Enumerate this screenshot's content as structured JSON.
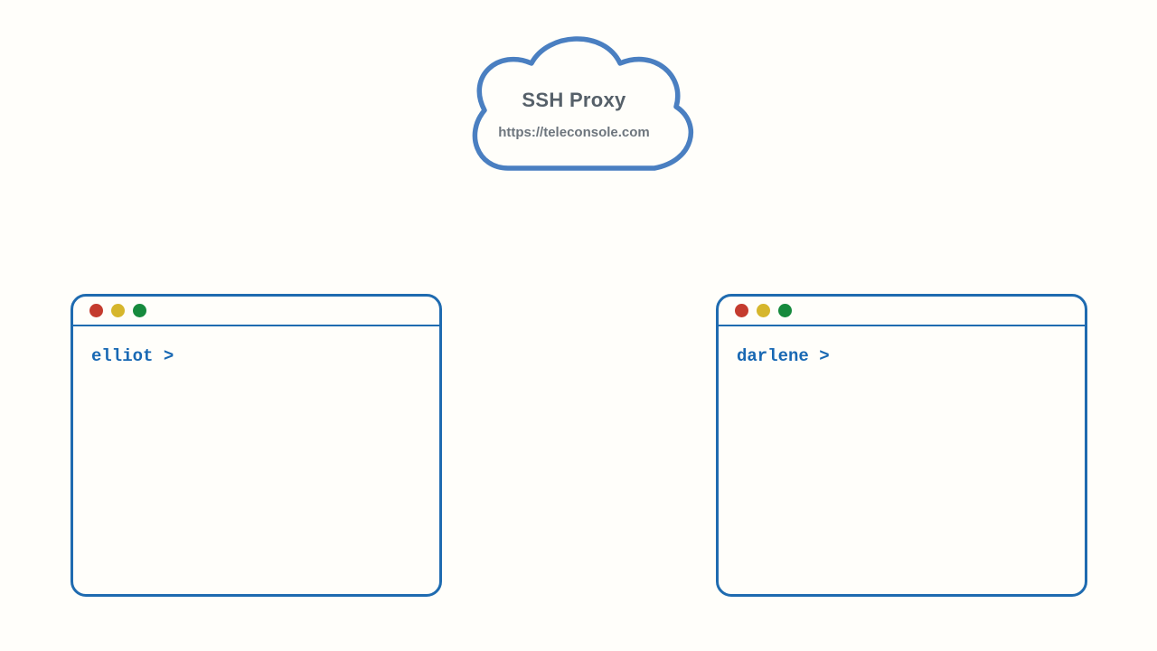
{
  "cloud": {
    "title": "SSH Proxy",
    "url": "https://teleconsole.com"
  },
  "terminals": [
    {
      "name": "elliot",
      "prompt": "elliot >"
    },
    {
      "name": "darlene",
      "prompt": "darlene >"
    }
  ],
  "icons": {
    "cloud": "cloud-shape",
    "window_dots": [
      "close-button-icon",
      "minimize-button-icon",
      "maximize-button-icon"
    ]
  },
  "colors": {
    "background": "#fffefa",
    "cloud_stroke": "#4a7fc1",
    "cloud_title": "#566069",
    "cloud_url": "#6d757d",
    "window_border": "#1f6bb0",
    "prompt_text": "#1868b3",
    "dot_close": "#c43b2e",
    "dot_minimize": "#d6b62c",
    "dot_maximize": "#168a3d"
  }
}
